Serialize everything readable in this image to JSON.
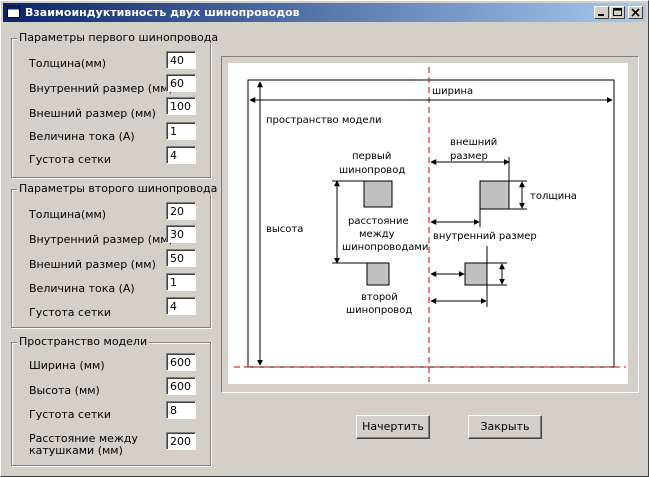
{
  "window": {
    "title": "Взаимоиндуктивность двух шинопроводов"
  },
  "group1": {
    "title": "Параметры первого шинопровода",
    "fields": [
      {
        "label": "Толщина(мм)",
        "value": "40"
      },
      {
        "label": "Внутренний размер (мм)",
        "value": "60"
      },
      {
        "label": "Внешний размер (мм)",
        "value": "100"
      },
      {
        "label": "Величина тока (А)",
        "value": "1"
      },
      {
        "label": "Густота сетки",
        "value": "4"
      }
    ]
  },
  "group2": {
    "title": "Параметры второго шинопровода",
    "fields": [
      {
        "label": "Толщина(мм)",
        "value": "20"
      },
      {
        "label": "Внутренний размер (мм)",
        "value": "30"
      },
      {
        "label": "Внешний размер (мм)",
        "value": "50"
      },
      {
        "label": "Величина тока (А)",
        "value": "1"
      },
      {
        "label": "Густота сетки",
        "value": "4"
      }
    ]
  },
  "group3": {
    "title": "Пространство модели",
    "fields": [
      {
        "label": "Ширина (мм)",
        "value": "600"
      },
      {
        "label": "Высота (мм)",
        "value": "600"
      },
      {
        "label": "Густота сетки",
        "value": "8"
      },
      {
        "label_line1": "Расстояние между",
        "label_line2": "катушками (мм)",
        "value": "200"
      }
    ]
  },
  "diagram": {
    "width_label": "ширина",
    "space_label": "пространство модели",
    "height_label": "высота",
    "first_bus_line1": "первый",
    "first_bus_line2": "шинопровод",
    "distance_line1": "расстояние",
    "distance_line2": "между",
    "distance_line3": "шинопроводами",
    "second_bus_line1": "второй",
    "second_bus_line2": "шинопровод",
    "outer_line1": "внешний",
    "outer_line2": "размер",
    "thickness_label": "толщина",
    "inner_label": "внутренний размер"
  },
  "buttons": {
    "draw": "Начертить",
    "close": "Закрыть"
  }
}
